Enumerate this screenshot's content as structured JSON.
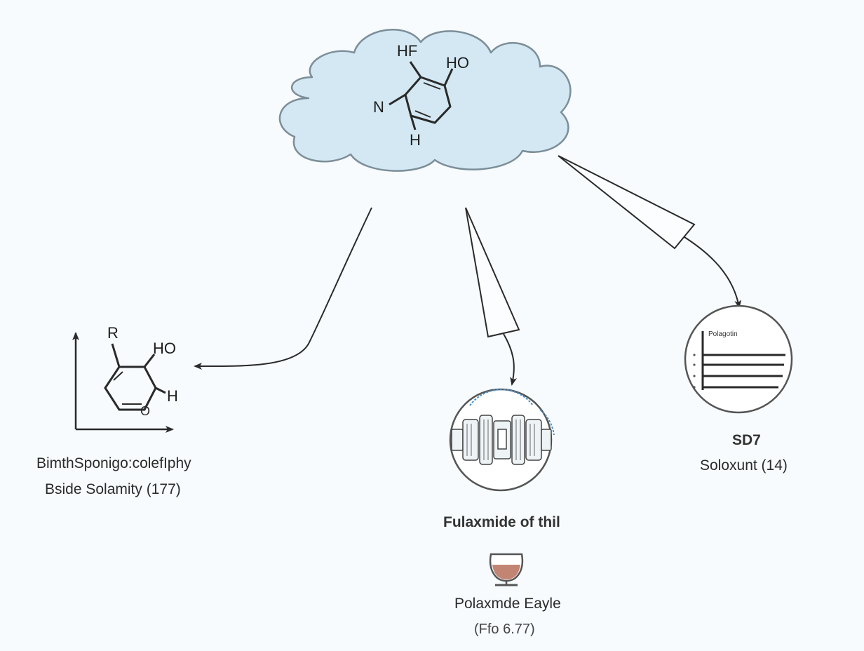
{
  "central_node": {
    "labels": {
      "hf": "HF",
      "ho": "HO",
      "n": "N",
      "h": "H"
    }
  },
  "left_node": {
    "labels": {
      "r": "R",
      "ho": "HO",
      "h": "H",
      "o": "O"
    },
    "caption_line1": "BimthSponigo:colefIphy",
    "caption_line2": "Bside Solamity (177)"
  },
  "middle_node": {
    "caption_title": "Fulaxmide of thil",
    "caption_line1": "Polaxmde Eayle",
    "caption_line2": "(Ffo 6.77)"
  },
  "right_node": {
    "chart_heading": "Polagotin",
    "caption_line1": "SD7",
    "caption_line2": "Soloxunt (14)"
  },
  "colors": {
    "cloud_fill": "#d3e8f2",
    "cloud_stroke": "#7c8e99",
    "line": "#2a2a2a",
    "liquid": "#b8705a",
    "accent_blue": "#4a90c8"
  },
  "icons": {
    "left": "chemical-structure-on-axes-icon",
    "middle": "machine-gear-icon",
    "right": "chart-lines-icon",
    "glass": "snifter-glass-icon"
  }
}
